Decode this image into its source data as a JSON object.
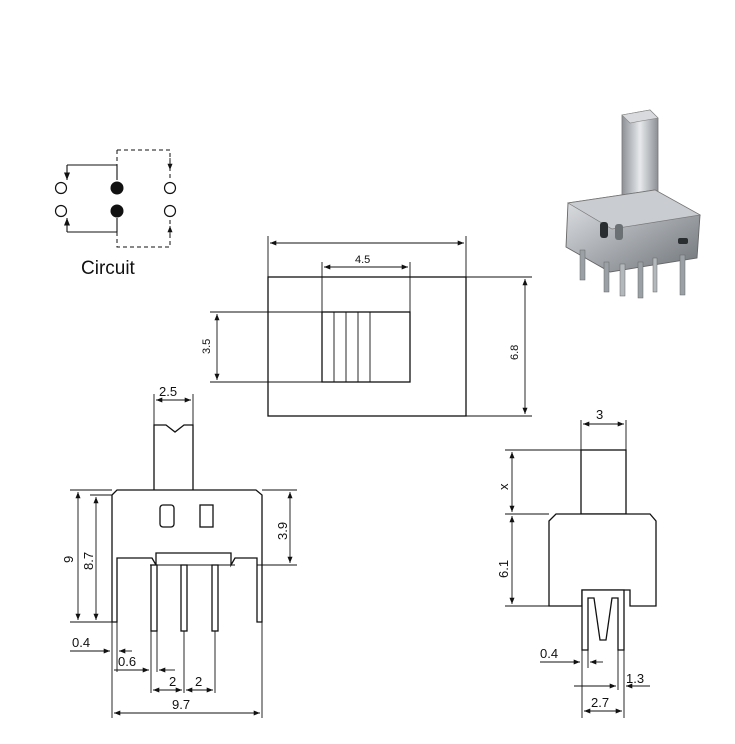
{
  "circuit": {
    "label": "Circuit"
  },
  "top_view": {
    "dim_width_overall": "",
    "dim_slot": "4.5",
    "dim_actuator_height": "3.5",
    "dim_body_height": "6.8"
  },
  "front_view": {
    "dim_actuator_width": "2.5",
    "dim_total_height": "9",
    "dim_body_pins": "8.7",
    "dim_body_height": "3.9",
    "dim_pin_thickness": "0.4",
    "dim_pin_offset": "0.6",
    "dim_pitch_1": "2",
    "dim_pitch_2": "2",
    "dim_width": "9.7"
  },
  "side_view": {
    "dim_actuator_width": "3",
    "dim_actuator_height": "x",
    "dim_body_height": "6.1",
    "dim_pin_thickness": "0.4",
    "dim_pin_gap": "1.3",
    "dim_pin_span": "2.7"
  },
  "colors": {
    "line": "#111111",
    "background": "#ffffff",
    "metal": "#a9adb2"
  }
}
